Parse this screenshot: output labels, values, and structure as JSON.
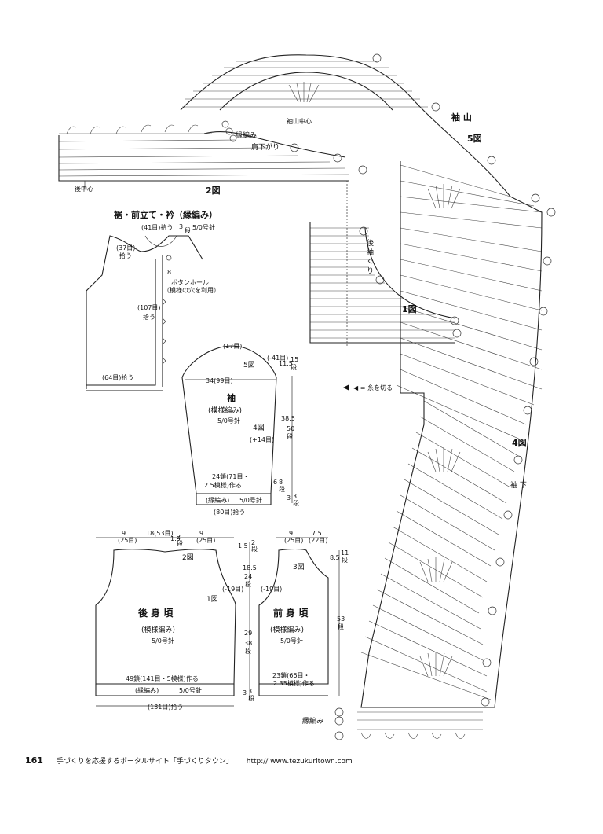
{
  "diagram": {
    "fig1": "1図",
    "fig2": "2図",
    "fig3": "3図",
    "fig4": "4図",
    "fig5": "5図",
    "sleeve_cap_center": "袖山中心",
    "shoulder_slope": "肩下がり",
    "edging": "縁編み",
    "back_center": "後中心",
    "sleeve_cap": "袖 山",
    "back_armhole": "後 袖 ぐ り",
    "sleeve_underarm": "袖 下",
    "cut_yarn": "◀ = 糸を切る",
    "rows_label": "縁編み"
  },
  "hem_panel": {
    "title": "裾・前立て・衿（縁編み）",
    "pickup_41": "(41目)拾う",
    "pickup_37": "(37目)",
    "pickup_37b": "拾う",
    "pickup_107": "(107目)",
    "pickup_107b": "拾う",
    "pickup_64": "(64目)拾う",
    "hook": "5/0号針",
    "rows_3": "3",
    "rows_3b": "段",
    "cm_3": "3",
    "cm_8": "8",
    "buttonhole": "ボタンホール",
    "buttonhole_note": "（模様の穴を利用）"
  },
  "sleeve": {
    "top": "(17目)",
    "dec_41": "(-41目)",
    "h_115": "11.5",
    "rows_15": "15",
    "rows_15b": "段",
    "width": "34(99目)",
    "title": "袖",
    "pattern": "(模様編み)",
    "hook": "5/0号針",
    "fig4": "4図",
    "fig5": "5図",
    "inc_14": "(+14目)",
    "h_385": "38.5",
    "rows_50": "50",
    "rows_50b": "段",
    "h_6": "6",
    "rows_8": "8",
    "rows_8b": "段",
    "chain": "24鎖(71目・",
    "chain_b": "2.5模様)作る",
    "edge": "(縁編み)",
    "edge_hook": "5/0号針",
    "h_3": "3",
    "rows_3": "3",
    "rows_3b": "段",
    "bottom": "(80目)拾う"
  },
  "back": {
    "w9": "9",
    "w9r": "(25目)",
    "w18": "18(53目)",
    "w9b": "9",
    "w9rb": "(25目)",
    "h15": "1.5",
    "rows2": "2",
    "rows2b": "段",
    "fig2": "2図",
    "fig1": "1図",
    "dec19": "(-19目)",
    "title": "後 身 頃",
    "pattern": "(模様編み)",
    "hook": "5/0号針",
    "chain": "49鎖(141目・5模様)作る",
    "edge": "(縁編み)",
    "edge_hook": "5/0号針",
    "bottom": "(131目)拾う",
    "h15b": "1.5",
    "rows2c": "2",
    "rows2d": "段",
    "h185": "18.5",
    "rows24": "24",
    "rows24b": "段",
    "h29": "29",
    "rows38": "38",
    "rows38b": "段",
    "h3": "3",
    "rows3": "3",
    "rows3b": "段"
  },
  "front": {
    "w9": "9",
    "w9r": "(25目)",
    "w75": "7.5",
    "w75r": "(22目)",
    "fig3": "3図",
    "dec19": "(-19目)",
    "title": "前 身 頃",
    "pattern": "(模様編み)",
    "hook": "5/0号針",
    "chain": "23鎖(66目・",
    "chain_b": "2.35模様)作る",
    "h85": "8.5",
    "rows11": "11",
    "rows11b": "段",
    "rows53": "53",
    "rows53b": "段"
  },
  "footer": {
    "page": "161",
    "text": "手づくりを応援するポータルサイト「手づくりタウン」",
    "url": "http:// www.tezukuritown.com"
  }
}
